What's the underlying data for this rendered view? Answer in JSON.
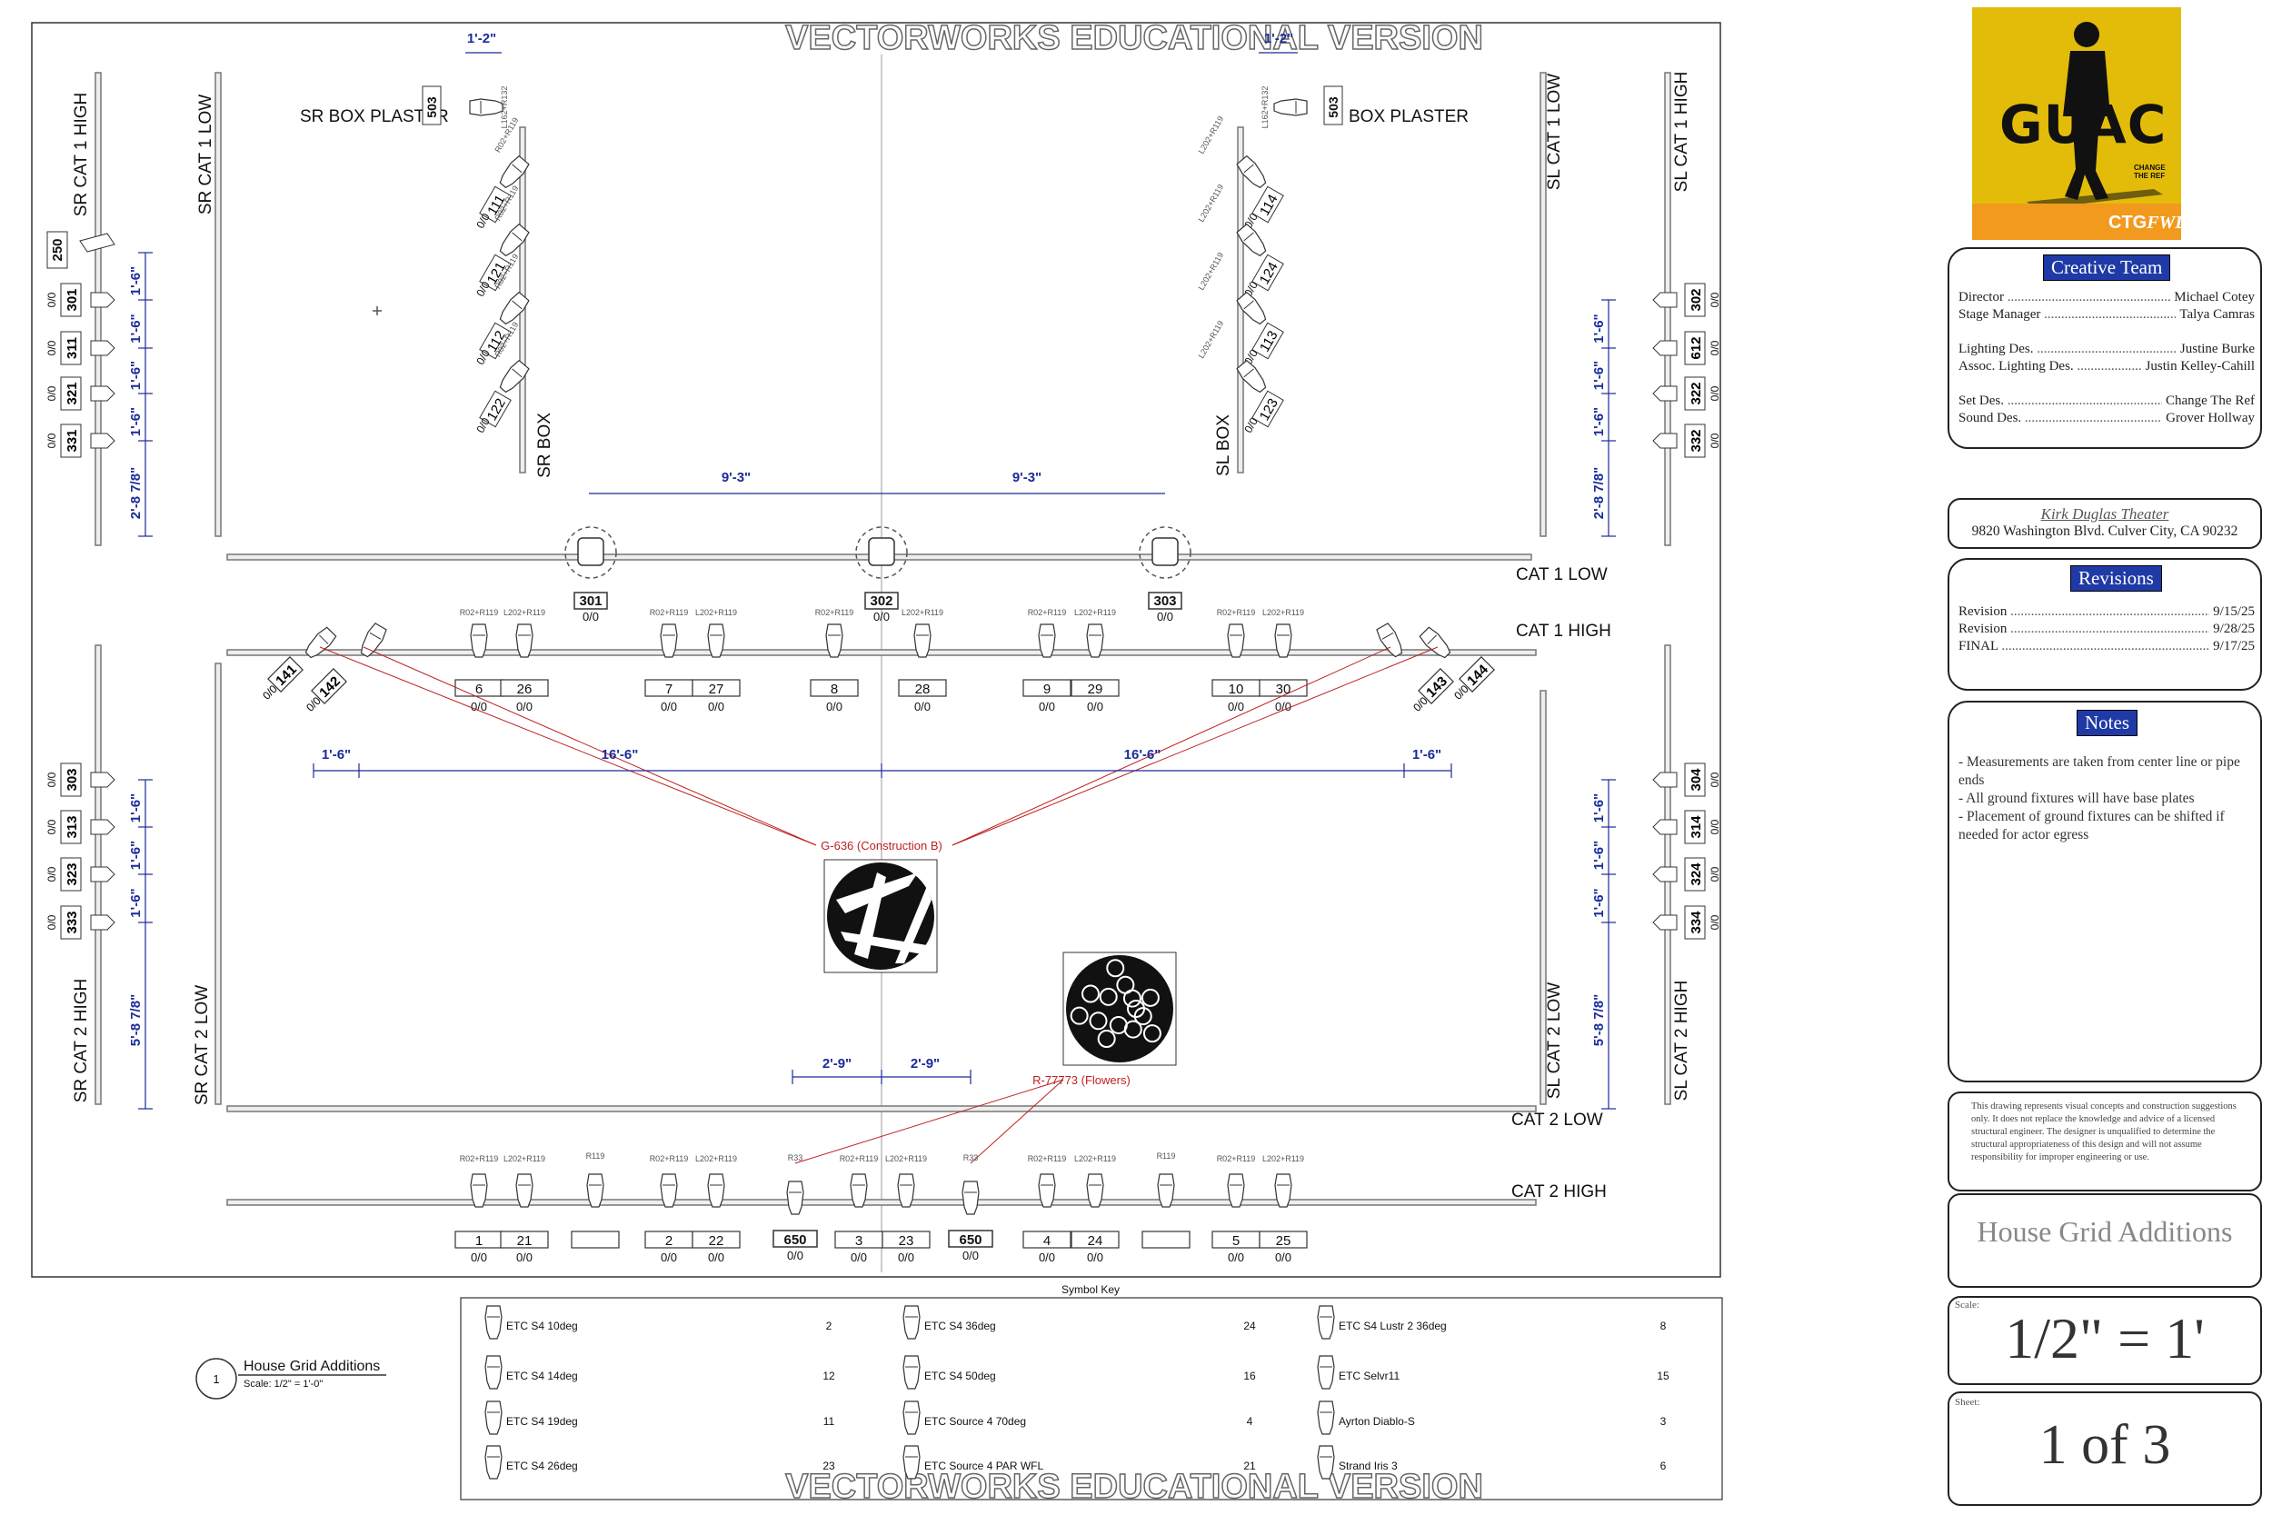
{
  "watermark": "VECTORWORKS EDUCATIONAL VERSION",
  "pipes": {
    "cat1_low": "CAT 1 LOW",
    "cat1_high": "CAT 1 HIGH",
    "cat2_low": "CAT 2 LOW",
    "cat2_high": "CAT 2 HIGH"
  },
  "side_labels": {
    "sr_cat1_high": "SR CAT 1 HIGH",
    "sr_cat1_low": "SR CAT 1 LOW",
    "sl_cat1_low": "SL CAT 1 LOW",
    "sl_cat1_high": "SL CAT 1 HIGH",
    "sr_cat2_high": "SR CAT 2 HIGH",
    "sr_cat2_low": "SR CAT 2 LOW",
    "sl_cat2_low": "SL CAT 2 LOW",
    "sl_cat2_high": "SL CAT 2 HIGH",
    "sr_box": "SR BOX",
    "sl_box": "SL BOX",
    "sr_box_plaster": "SR BOX PLASTER",
    "sl_box_plaster": "BOX PLASTER"
  },
  "dimensions": {
    "d_1_2": "1'-2\"",
    "d_9_3": "9'-3\"",
    "d_1_6": "1'-6\"",
    "d_16_6": "16'-6\"",
    "d_2_9": "2'-9\"",
    "d_2_8": "2'-8 7/8\"",
    "d_5_8": "5'-8 7/8\""
  },
  "gobos": {
    "construction": "G-636 (Construction B)",
    "flowers": "R-77773 (Flowers)"
  },
  "color_labels": {
    "r02": "R02+R119",
    "l202": "L202+R119",
    "r119": "R119",
    "r33": "R33",
    "l162": "L162+R132"
  },
  "channels": {
    "cat1_low": [
      "301",
      "302",
      "303"
    ],
    "cat1_high_sr": [
      "141",
      "142"
    ],
    "cat1_high_sl": [
      "143",
      "144"
    ],
    "cat1_high_pairs": [
      [
        "6",
        "26"
      ],
      [
        "7",
        "27"
      ],
      [
        "8",
        "28"
      ],
      [
        "9",
        "29"
      ],
      [
        "10",
        "30"
      ]
    ],
    "cat2_high_pairs": [
      [
        "1",
        "21"
      ],
      [
        "2",
        "22"
      ],
      [
        "3",
        "23"
      ],
      [
        "4",
        "24"
      ],
      [
        "5",
        "25"
      ]
    ],
    "cat2_high_650": "650",
    "box_sr": [
      "111",
      "121",
      "112",
      "122"
    ],
    "box_sl": [
      "114",
      "124",
      "113",
      "123"
    ],
    "plaster_sr": "503",
    "plaster_sl": "503",
    "sr_cat1": [
      "250",
      "301",
      "311",
      "321",
      "331"
    ],
    "sl_cat1": [
      "302",
      "612",
      "322",
      "332"
    ],
    "sr_cat2": [
      "303",
      "313",
      "323",
      "333"
    ],
    "sl_cat2": [
      "304",
      "314",
      "324",
      "334"
    ],
    "address": "0/0"
  },
  "view_tag": {
    "number": "1",
    "title": "House Grid Additions",
    "scale": "Scale: 1/2\" = 1'-0\""
  },
  "symbol_key": {
    "title": "Symbol Key",
    "columns": [
      [
        {
          "name": "ETC S4 10deg",
          "count": "2"
        },
        {
          "name": "ETC S4 14deg",
          "count": "12"
        },
        {
          "name": "ETC S4 19deg",
          "count": "11"
        },
        {
          "name": "ETC S4 26deg",
          "count": "23"
        }
      ],
      [
        {
          "name": "ETC S4 36deg",
          "count": "24"
        },
        {
          "name": "ETC S4 50deg",
          "count": "16"
        },
        {
          "name": "ETC Source 4 70deg",
          "count": "4"
        },
        {
          "name": "ETC Source 4 PAR WFL",
          "count": "21"
        }
      ],
      [
        {
          "name": "ETC S4 Lustr 2 36deg",
          "count": "8"
        },
        {
          "name": "ETC Selvr11",
          "count": "15"
        },
        {
          "name": "Ayrton Diablo-S",
          "count": "3"
        },
        {
          "name": "Strand Iris 3",
          "count": "6"
        }
      ]
    ]
  },
  "logo": {
    "wordmark": "GUAC",
    "tag": "CHANGE THE REF",
    "sub": "CTG",
    "sub2": "FWD"
  },
  "creative_team": {
    "title": "Creative Team",
    "rows": [
      {
        "role": "Director",
        "name": "Michael Cotey"
      },
      {
        "role": "Stage Manager",
        "name": "Talya Camras"
      },
      {
        "role": "Lighting Des.",
        "name": "Justine Burke"
      },
      {
        "role": "Assoc. Lighting Des.",
        "name": "Justin Kelley-Cahill"
      },
      {
        "role": "Set Des.",
        "name": "Change The Ref"
      },
      {
        "role": "Sound Des.",
        "name": "Grover Hollway"
      }
    ]
  },
  "venue": {
    "name": "Kirk Duglas Theater",
    "address": "9820 Washington Blvd. Culver City, CA 90232"
  },
  "revisions": {
    "title": "Revisions",
    "rows": [
      {
        "label": "Revision",
        "date": "9/15/25"
      },
      {
        "label": "Revision",
        "date": "9/28/25"
      },
      {
        "label": "FINAL",
        "date": "9/17/25"
      }
    ]
  },
  "notes": {
    "title": "Notes",
    "items": [
      "- Measurements are taken from center line or pipe ends",
      "- All ground fixtures will have base plates",
      "- Placement of ground fixtures can be shifted if needed for actor egress"
    ]
  },
  "disclaimer": "This drawing represents visual concepts and construction suggestions only. It does not replace the knowledge and advice of a licensed structural engineer. The designer is unqualified to determine the structural appropriateness of this design and will not assume responsibility for improper engineering or use.",
  "drawing_title": "House Grid Additions",
  "scale": {
    "label": "Scale:",
    "value": "1/2\" = 1'"
  },
  "sheet": {
    "label": "Sheet:",
    "value": "1 of 3"
  },
  "colors": {
    "dimension": "#1b2b9a",
    "leader": "#c02020",
    "title_bg": "#1f3aa6",
    "logo_bg": "#e3bc0a"
  }
}
